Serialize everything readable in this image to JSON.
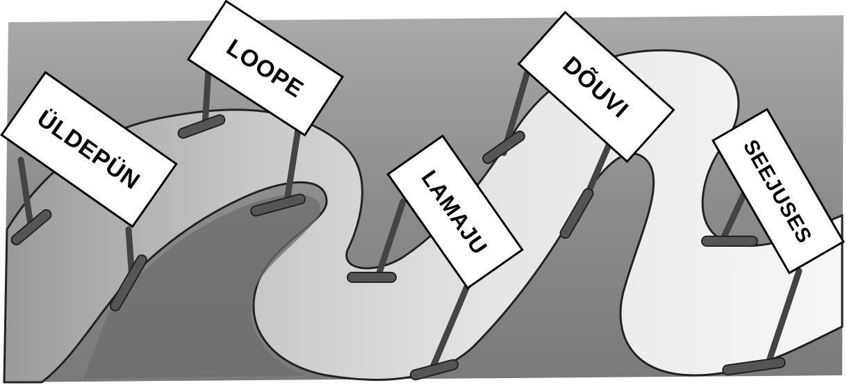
{
  "signs": [
    {
      "label": "ÜLDEPÜN"
    },
    {
      "label": "LOOPE"
    },
    {
      "label": "LAMAJU"
    },
    {
      "label": "DÕUVI"
    },
    {
      "label": "SEEJUSES"
    }
  ],
  "colors": {
    "background_wash": "#8f8f8f",
    "ribbon_light": "#f2f2f2",
    "ribbon_mid": "#c9c9c9",
    "ribbon_dark": "#777777",
    "outline": "#222222",
    "sign_fill": "#ffffff",
    "sign_text": "#000000"
  }
}
